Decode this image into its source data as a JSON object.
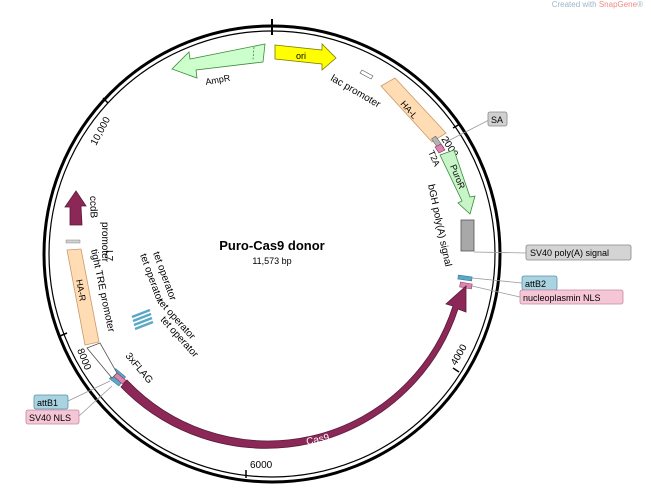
{
  "credit": {
    "text": "Created with ",
    "brand": "SnapGene",
    "mark": "®"
  },
  "plasmid": {
    "name": "Puro-Cas9 donor",
    "length": "11,573 bp"
  },
  "ticks": [
    "2000",
    "4000",
    "6000",
    "8000",
    "10,000"
  ],
  "features": {
    "ori": "ori",
    "ampr": "AmpR",
    "lac_promoter": "lac promoter",
    "ha_l": "HA-L",
    "sa": "SA",
    "t2a": "T2A",
    "puror": "PuroR",
    "bgh": "bGH poly(A) signal",
    "sv40_polya": "SV40 poly(A) signal",
    "attb2": "attB2",
    "nuc_nls": "nucleoplasmin NLS",
    "cas9": "Cas9",
    "threexflag": "3xFLAG",
    "attb1": "attB1",
    "sv40_nls": "SV40 NLS",
    "ha_r": "HA-R",
    "tight_tre": "tight TRE promoter",
    "l7": "L7",
    "ccdb": "ccdB",
    "promoter": "promoter",
    "tet_op1": "tet operator",
    "tet_op2": "tet operator",
    "tet_op3": "tet operator",
    "tet_op4": "tet operator"
  },
  "colors": {
    "ori": "#ffff00",
    "ampr": "#ccffcc",
    "ha": "#ffdcb4",
    "puror": "#c8f5c8",
    "cas9": "#8b2857",
    "ccdb": "#8b2857",
    "sa_gray": "#b4b4b4",
    "sv40_gray": "#a8a8a8",
    "nls_pink": "#f5c6d6",
    "att_blue": "#a9d3e0",
    "teal": "#5aa8c8"
  }
}
